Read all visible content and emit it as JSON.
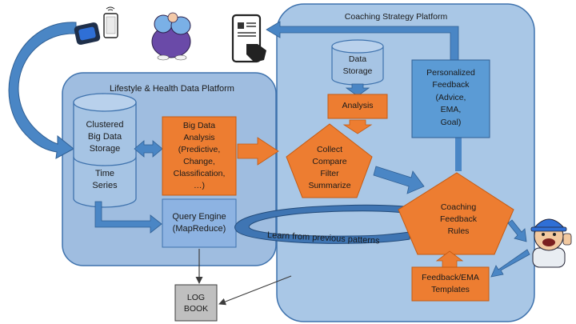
{
  "platforms": {
    "coaching": {
      "title": "Coaching Strategy Platform"
    },
    "lifestyle": {
      "title": "Lifestyle & Health Data Platform"
    }
  },
  "nodes": {
    "clustered_storage": "Clustered\nBig Data\nStorage",
    "time_series": "Time\nSeries",
    "big_data_analysis": "Big Data\nAnalysis\n(Predictive,\nChange,\nClassification,\n…)",
    "query_engine": "Query Engine\n(MapReduce)",
    "log_book": "LOG\nBOOK",
    "data_storage": "Data\nStorage",
    "analysis": "Analysis",
    "collect": "Collect\nCompare\nFilter\nSummarize",
    "personalized_feedback": "Personalized\nFeedback\n(Advice,\nEMA,\nGoal)",
    "coaching_rules": "Coaching\nFeedback\nRules",
    "templates": "Feedback/EMA\nTemplates"
  },
  "edge_labels": {
    "learn": "Learn from previous patterns"
  },
  "colors": {
    "platform_blue": "#a9c7e6",
    "inner_platform": "#9fbde0",
    "cylinder": "#a6c4e4",
    "orange": "#ed7d31",
    "arrow_blue": "#4a86c5",
    "personal_box": "#5b9bd5"
  },
  "icons": [
    "smartwatch-icon",
    "smartphone-icon",
    "person-character-icon",
    "tablet-touch-icon",
    "coach-character-icon"
  ]
}
